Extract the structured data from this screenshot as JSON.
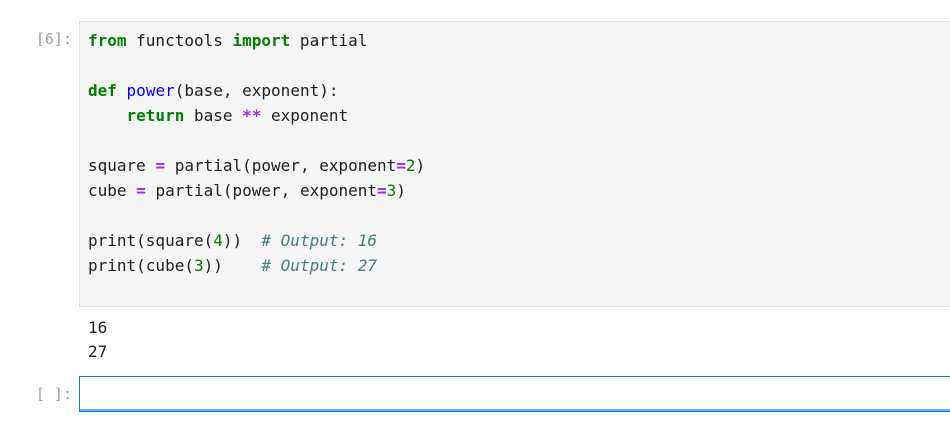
{
  "cells": [
    {
      "prompt": "[6]:",
      "code": {
        "l1_kw1": "from",
        "l1_mod": " functools ",
        "l1_kw2": "import",
        "l1_name": " partial",
        "l3_kw": "def",
        "l3_fn": "power",
        "l3_rest": "(base, exponent):",
        "l4_indent": "    ",
        "l4_kw": "return",
        "l4_a": " base ",
        "l4_op": "**",
        "l4_b": " exponent",
        "l6_a": "square ",
        "l6_eq": "=",
        "l6_b": " partial(power, exponent",
        "l6_eq2": "=",
        "l6_num": "2",
        "l6_c": ")",
        "l7_a": "cube ",
        "l7_eq": "=",
        "l7_b": " partial(power, exponent",
        "l7_eq2": "=",
        "l7_num": "3",
        "l7_c": ")",
        "l9_a": "print(square(",
        "l9_num": "4",
        "l9_b": "))  ",
        "l9_cm": "# Output: 16",
        "l10_a": "print(cube(",
        "l10_num": "3",
        "l10_b": "))    ",
        "l10_cm": "# Output: 27"
      },
      "output": [
        "16",
        "27"
      ]
    },
    {
      "prompt": "[ ]:",
      "value": ""
    }
  ]
}
